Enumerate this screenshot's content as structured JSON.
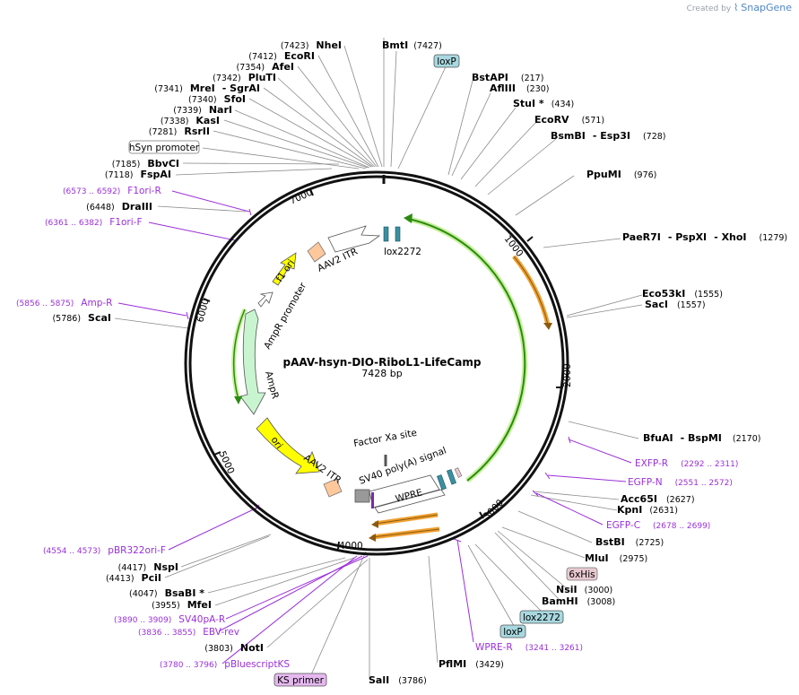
{
  "brand": {
    "prefix": "Created by",
    "name": "SnapGene"
  },
  "plasmid": {
    "name": "pAAV-hsyn-DIO-RiboL1-LifeCamp",
    "size_label": "7428 bp"
  },
  "ticks": [
    "1000",
    "2000",
    "3000",
    "4000",
    "5000",
    "6000",
    "7000"
  ],
  "enzymes_right": [
    {
      "name": "BmtI",
      "pos": "(7427)"
    },
    {
      "name": "BstAPI",
      "pos": "(217)"
    },
    {
      "name": "AflIII",
      "pos": "(230)"
    },
    {
      "name": "StuI *",
      "pos": "(434)"
    },
    {
      "name": "EcoRV",
      "pos": "(571)"
    },
    {
      "name": "BsmBI",
      "name2": "Esp3I",
      "pos": "(728)"
    },
    {
      "name": "PpuMI",
      "pos": "(976)"
    },
    {
      "name": "PaeR7I",
      "name2": "PspXI",
      "name3": "XhoI",
      "pos": "(1279)"
    },
    {
      "name": "Eco53kI",
      "pos": "(1555)"
    },
    {
      "name": "SacI",
      "pos": "(1557)"
    },
    {
      "name": "BfuAI",
      "name2": "BspMI",
      "pos": "(2170)"
    },
    {
      "name": "Acc65I",
      "pos": "(2627)"
    },
    {
      "name": "KpnI",
      "pos": "(2631)"
    },
    {
      "name": "BstBI",
      "pos": "(2725)"
    },
    {
      "name": "MluI",
      "pos": "(2975)"
    },
    {
      "name": "NsiI",
      "pos": "(3000)"
    },
    {
      "name": "BamHI",
      "pos": "(3008)"
    },
    {
      "name": "PflMI",
      "pos": "(3429)"
    },
    {
      "name": "SalI",
      "pos": "(3786)"
    }
  ],
  "enzymes_left": [
    {
      "name": "NheI",
      "pos": "(7423)"
    },
    {
      "name": "EcoRI",
      "pos": "(7412)"
    },
    {
      "name": "AfeI",
      "pos": "(7354)"
    },
    {
      "name": "PluTI",
      "pos": "(7342)"
    },
    {
      "name": "MreI",
      "name2": "SgrAI",
      "pos": "(7341)"
    },
    {
      "name": "SfoI",
      "pos": "(7340)"
    },
    {
      "name": "NarI",
      "pos": "(7339)"
    },
    {
      "name": "KasI",
      "pos": "(7338)"
    },
    {
      "name": "RsrII",
      "pos": "(7281)"
    },
    {
      "name": "BbvCI",
      "pos": "(7185)"
    },
    {
      "name": "FspAI",
      "pos": "(7118)"
    },
    {
      "name": "DraIII",
      "pos": "(6448)"
    },
    {
      "name": "ScaI",
      "pos": "(5786)"
    },
    {
      "name": "NspI",
      "pos": "(4417)"
    },
    {
      "name": "PciI",
      "pos": "(4413)"
    },
    {
      "name": "BsaBI *",
      "pos": "(4047)"
    },
    {
      "name": "MfeI",
      "pos": "(3955)"
    },
    {
      "name": "NotI",
      "pos": "(3803)"
    }
  ],
  "primers": [
    {
      "name": "F1ori-R",
      "pos": "(6573 .. 6592)"
    },
    {
      "name": "F1ori-F",
      "pos": "(6361 .. 6382)"
    },
    {
      "name": "Amp-R",
      "pos": "(5856 .. 5875)"
    },
    {
      "name": "EXFP-R",
      "pos": "(2292 .. 2311)"
    },
    {
      "name": "EGFP-N",
      "pos": "(2551 .. 2572)"
    },
    {
      "name": "EGFP-C",
      "pos": "(2678 .. 2699)"
    },
    {
      "name": "WPRE-R",
      "pos": "(3241 .. 3261)"
    },
    {
      "name": "pBR322ori-F",
      "pos": "(4554 .. 4573)"
    },
    {
      "name": "SV40pA-R",
      "pos": "(3890 .. 3909)"
    },
    {
      "name": "EBV-rev",
      "pos": "(3836 .. 3855)"
    },
    {
      "name": "pBluescriptKS",
      "pos": "(3780 .. 3796)"
    }
  ],
  "boxes": {
    "loxp_top": "loxP",
    "hsyn": "hSyn promoter",
    "his": "6xHis",
    "lox2272": "lox2272",
    "loxp_bottom": "loxP",
    "ks": "KS primer"
  },
  "features": {
    "aav2_itr_top": "AAV2 ITR",
    "lox2272": "lox2272",
    "f1_ori": "f1 ori",
    "ampr_promoter": "AmpR promoter",
    "ampr": "AmpR",
    "ori": "ori",
    "aav2_itr_bottom": "AAV2 ITR",
    "factor_xa": "Factor Xa site",
    "sv40": "SV40 poly(A) signal",
    "wpre": "WPRE"
  },
  "colors": {
    "backbone": "#111111",
    "insert_green": "#2c8a12",
    "insert_glow": "#c6f09a",
    "orange": "#f0a030",
    "yellow": "#ffff00",
    "ampr": "#c8f5d0",
    "itr": "#ffc89a",
    "lox": "#3a90a0",
    "primer": "#9b30d9",
    "loxbox": "#a8d8e0",
    "hisbox": "#e8c8d0",
    "ksbox": "#e6b8f0"
  }
}
